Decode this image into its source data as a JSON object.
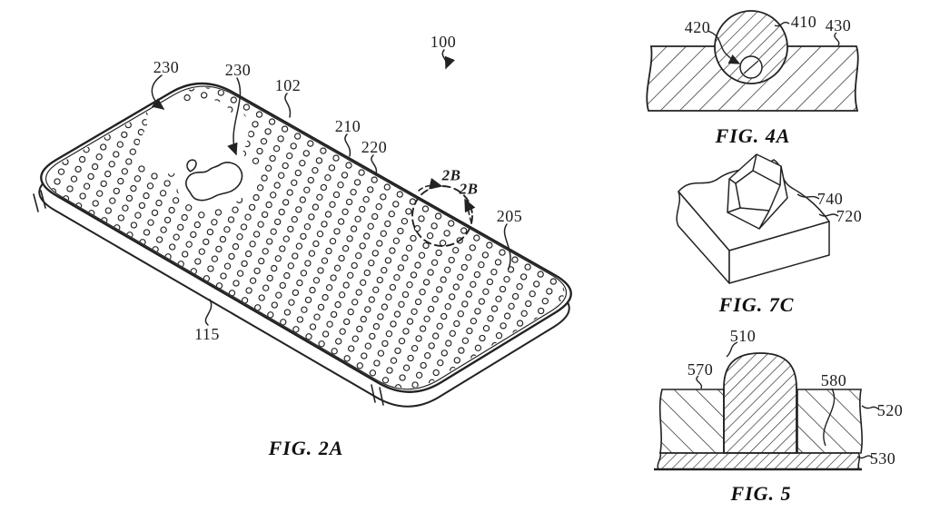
{
  "colors": {
    "ink": "#222222",
    "paper": "#ffffff"
  },
  "figures": {
    "fig2a": {
      "caption": "FIG. 2A",
      "labels": {
        "l100": "100",
        "l230a": "230",
        "l230b": "230",
        "l102": "102",
        "l210": "210",
        "l220": "220",
        "l2b_a": "2B",
        "l2b_b": "2B",
        "l205": "205",
        "l115": "115"
      }
    },
    "fig4a": {
      "caption": "FIG. 4A",
      "labels": {
        "l420": "420",
        "l410": "410",
        "l430": "430"
      }
    },
    "fig7c": {
      "caption": "FIG. 7C",
      "labels": {
        "l740": "740",
        "l720": "720"
      }
    },
    "fig5": {
      "caption": "FIG. 5",
      "labels": {
        "l510": "510",
        "l570": "570",
        "l580": "580",
        "l520": "520",
        "l530": "530"
      }
    }
  }
}
